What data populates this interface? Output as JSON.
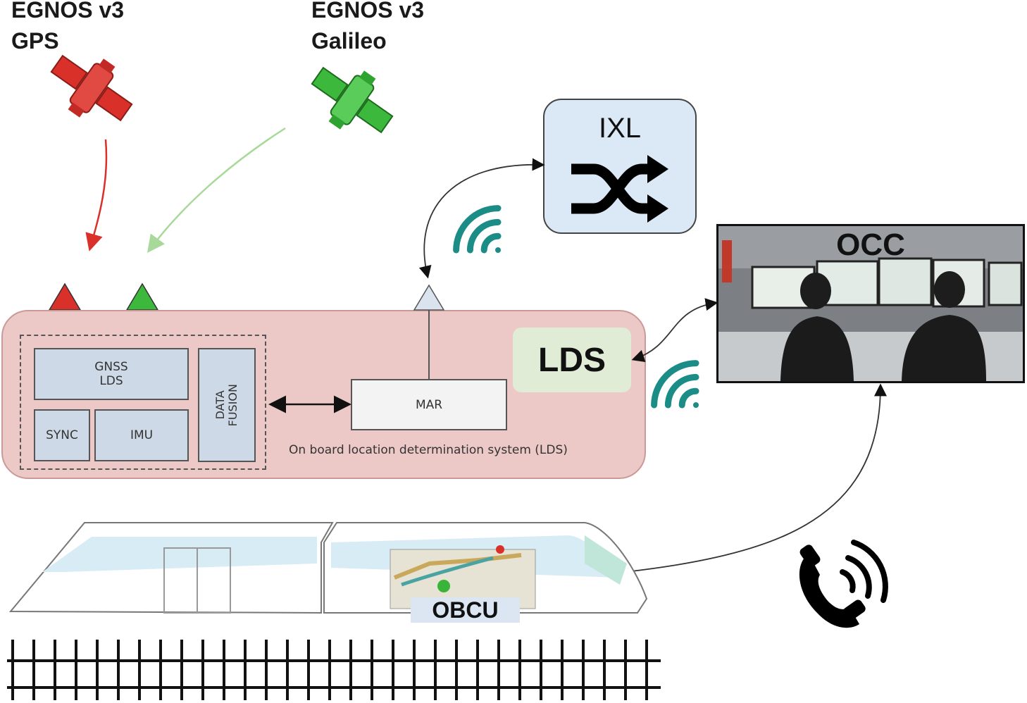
{
  "satellites": [
    {
      "line1": "EGNOS v3",
      "line2": "GPS",
      "color": "#d9302a"
    },
    {
      "line1": "EGNOS v3",
      "line2": "Galileo",
      "color": "#3cb83c"
    }
  ],
  "ixl": {
    "label": "IXL"
  },
  "occ": {
    "label": "OCC"
  },
  "lds_box": {
    "label": "LDS"
  },
  "onboard": {
    "gnss": "GNSS",
    "gnss_sub": "LDS",
    "sync": "SYNC",
    "imu": "IMU",
    "data": "DATA",
    "fusion": "FUSION",
    "mar": "MAR",
    "caption": "On board location determination system (LDS)"
  },
  "obcu": {
    "label": "OBCU"
  },
  "colors": {
    "panel": "#ecc8c6",
    "block": "#cdd9e6",
    "wifi": "#1b8c86",
    "gps_arrow": "#d9302a",
    "galileo_arrow": "#a8d89a"
  }
}
